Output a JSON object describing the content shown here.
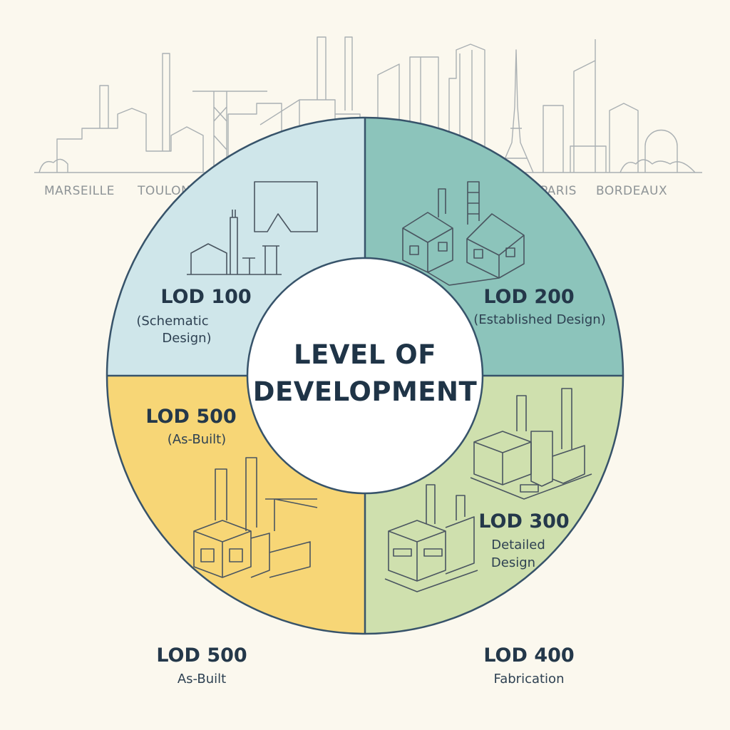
{
  "cities": [
    "MARSEILLE",
    "TOULON",
    "PARIS",
    "BORDEAUX"
  ],
  "center": {
    "line1": "LEVEL OF",
    "line2": "DEVELOPMENT"
  },
  "quadrants": {
    "top_left": {
      "title": "LOD 100",
      "sub1": "(Schematic",
      "sub2": "Design)",
      "color": "#cfe6ea"
    },
    "top_right": {
      "title": "LOD 200",
      "sub1": "(Established Design)",
      "color": "#8cc4bb"
    },
    "bottom_right": {
      "title": "LOD 300",
      "sub1": "Detailed",
      "sub2": "Design",
      "color": "#cfe0ae"
    },
    "bottom_left": {
      "title": "LOD 500",
      "sub1": "(As-Built)",
      "color": "#f7d676"
    }
  },
  "footer": {
    "left": {
      "title": "LOD 500",
      "sub": "As-Built"
    },
    "right": {
      "title": "LOD 400",
      "sub": "Fabrication"
    }
  },
  "colors": {
    "ring_stroke": "#37536a",
    "center_fill": "#ffffff"
  }
}
